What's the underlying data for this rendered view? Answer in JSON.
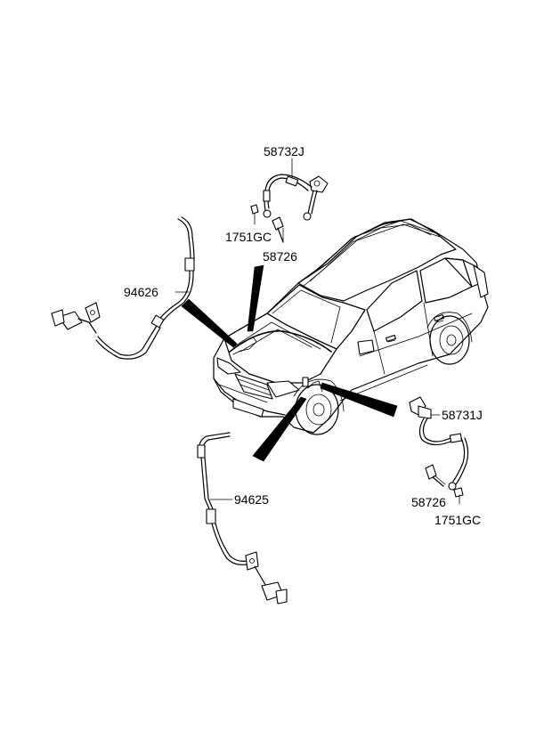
{
  "labels": {
    "hose_front_left": "58732J",
    "bolt_upper": "1751GC",
    "banjo_upper": "58726",
    "sensor_front_left": "94626",
    "sensor_front_right": "94625",
    "hose_front_right": "58731J",
    "banjo_lower": "58726",
    "bolt_lower": "1751GC"
  }
}
